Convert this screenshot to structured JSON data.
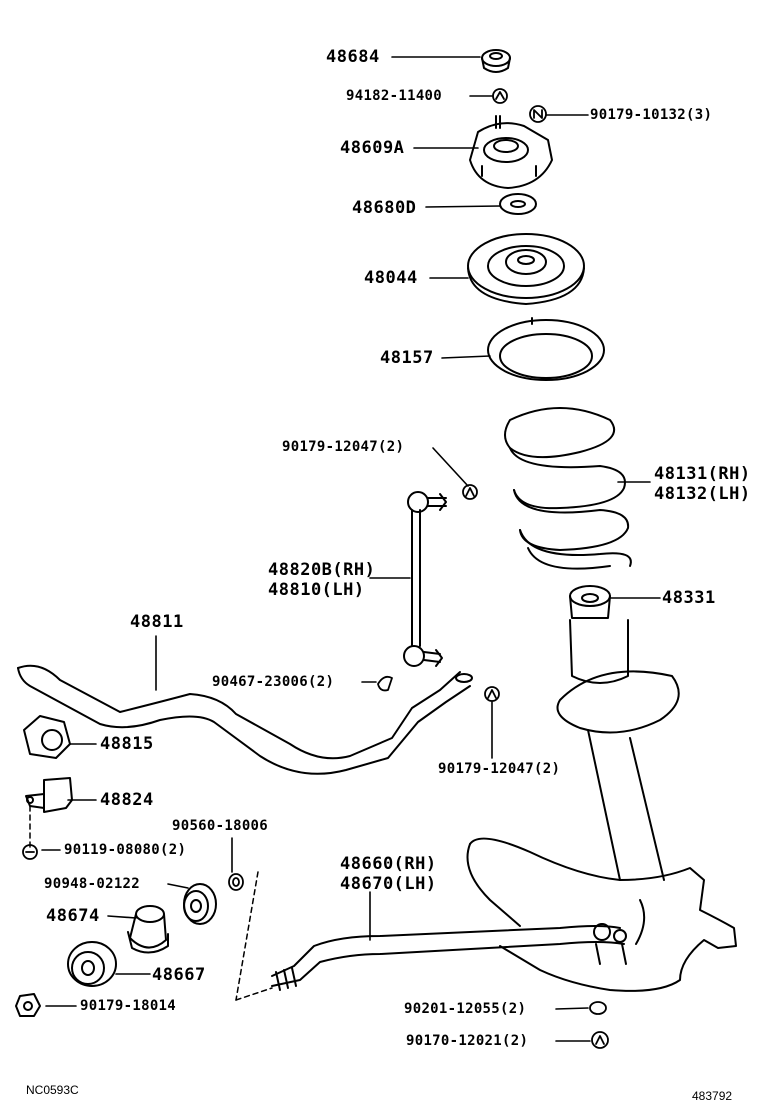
{
  "diagram": {
    "left_code": "NC0593C",
    "right_code": "483792",
    "parts": {
      "p48684": "48684",
      "p94182": "94182-11400",
      "p90179_10132": "90179-10132(3)",
      "p48609A": "48609A",
      "p48680D": "48680D",
      "p48044": "48044",
      "p48157": "48157",
      "p90179_12047_top": "90179-12047(2)",
      "p48131": "48131(RH)",
      "p48132": "48132(LH)",
      "p48820B": "48820B(RH)",
      "p48810": "48810(LH)",
      "p48331": "48331",
      "p48811": "48811",
      "p90467": "90467-23006(2)",
      "p48815": "48815",
      "p90179_12047_bot": "90179-12047(2)",
      "p48824": "48824",
      "p90560": "90560-18006",
      "p90119": "90119-08080(2)",
      "p48660": "48660(RH)",
      "p48670": "48670(LH)",
      "p90948": "90948-02122",
      "p48674": "48674",
      "p48667": "48667",
      "p90179_18014": "90179-18014",
      "p90201": "90201-12055(2)",
      "p90170": "90170-12021(2)"
    }
  }
}
